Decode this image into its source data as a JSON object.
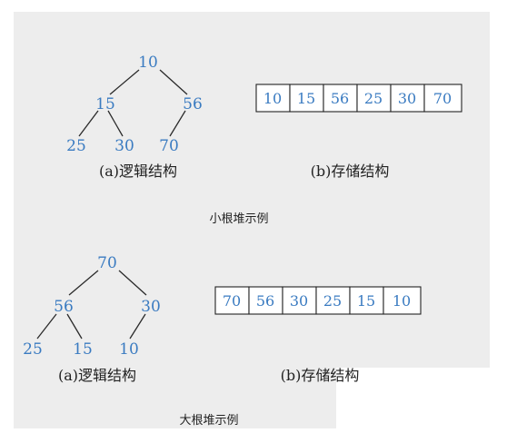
{
  "min_heap": {
    "tree_nodes": [
      "10",
      "15",
      "56",
      "25",
      "30",
      "70"
    ],
    "array": [
      "10",
      "15",
      "56",
      "25",
      "30",
      "70"
    ],
    "caption_logical": "(a)逻辑结构",
    "caption_storage": "(b)存储结构",
    "title": "小根堆示例"
  },
  "max_heap": {
    "tree_nodes": [
      "70",
      "56",
      "30",
      "25",
      "15",
      "10"
    ],
    "array": [
      "70",
      "56",
      "30",
      "25",
      "15",
      "10"
    ],
    "caption_logical": "(a)逻辑结构",
    "caption_storage": "(b)存储结构",
    "title": "大根堆示例"
  },
  "colors": {
    "node_text": "#3a7bc1",
    "background": "#ededed",
    "line": "#2a2a2a"
  }
}
